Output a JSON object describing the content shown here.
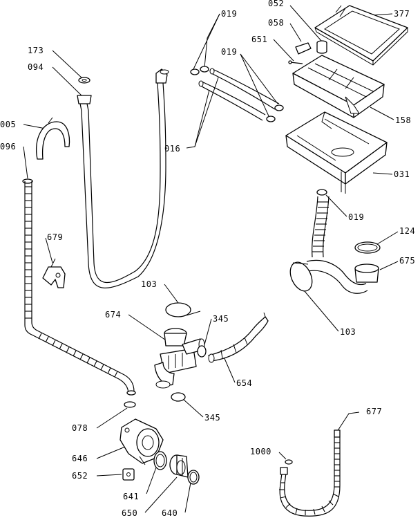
{
  "labels": {
    "p019_top": "019",
    "p052": "052",
    "p377": "377",
    "p058": "058",
    "p651": "651",
    "p019_mid": "019",
    "p173": "173",
    "p094": "094",
    "p005": "005",
    "p158": "158",
    "p096": "096",
    "p016": "016",
    "p031": "031",
    "p019_low": "019",
    "p124": "124",
    "p679": "679",
    "p675": "675",
    "p103_a": "103",
    "p674": "674",
    "p345_a": "345",
    "p103_b": "103",
    "p654": "654",
    "p345_b": "345",
    "p677": "677",
    "p078": "078",
    "p1000": "1000",
    "p646": "646",
    "p652": "652",
    "p641": "641",
    "p650": "650",
    "p640": "640"
  },
  "colors": {
    "line": "#000000",
    "background": "#ffffff"
  }
}
